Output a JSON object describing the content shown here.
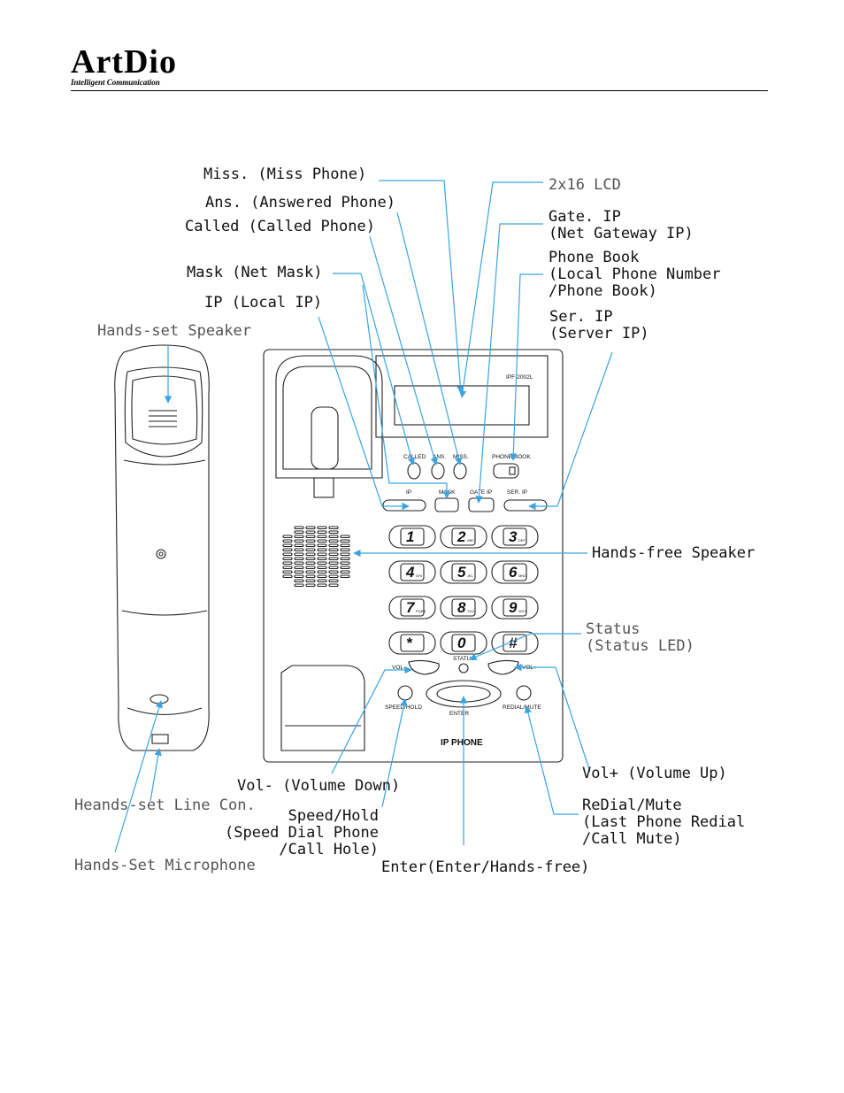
{
  "header": {
    "brand": "ArtDio",
    "tagline": "Intelligent Communication"
  },
  "device": {
    "model": "IPF-2002L",
    "product_label": "IP PHONE",
    "button_labels": {
      "called": "CALLED",
      "ans": "ANS.",
      "miss": "MISS.",
      "phone_book": "PHONE BOOK",
      "ip": "IP",
      "mask": "MASK",
      "gate_ip": "GATE IP",
      "ser_ip": "SER. IP",
      "status": "STATUS",
      "vol_minus": "VOL-",
      "vol_plus": "VOL+",
      "speed_hold": "SPEED/HOLD",
      "enter": "ENTER",
      "redial_mute": "REDIAL/MUTE"
    },
    "keypad": [
      {
        "digit": "1",
        "letters": ""
      },
      {
        "digit": "2",
        "letters": "ABC"
      },
      {
        "digit": "3",
        "letters": "DEF"
      },
      {
        "digit": "4",
        "letters": "GHI"
      },
      {
        "digit": "5",
        "letters": "JKL"
      },
      {
        "digit": "6",
        "letters": "MNO"
      },
      {
        "digit": "7",
        "letters": "PQRS"
      },
      {
        "digit": "8",
        "letters": "TUV"
      },
      {
        "digit": "9",
        "letters": "WXY"
      },
      {
        "digit": "*",
        "letters": ""
      },
      {
        "digit": "0",
        "letters": ""
      },
      {
        "digit": "#",
        "letters": ""
      }
    ]
  },
  "callouts": {
    "miss": "Miss. (Miss Phone)",
    "ans": "Ans. (Answered Phone)",
    "called": "Called (Called Phone)",
    "mask": "Mask (Net Mask)",
    "ip": "IP (Local IP)",
    "handset_speaker": "Hands-set Speaker",
    "lcd": "2x16 LCD",
    "gate_ip": "Gate. IP\n(Net Gateway IP)",
    "phone_book": "Phone Book\n(Local Phone Number\n/Phone Book)",
    "ser_ip": "Ser. IP\n(Server IP)",
    "handsfree_speaker": "Hands-free Speaker",
    "status": "Status\n(Status LED)",
    "vol_plus": "Vol+ (Volume Up)",
    "vol_minus": "Vol- (Volume Down)",
    "handset_line": "Heands-set Line Con.",
    "speed_hold": "Speed/Hold\n(Speed Dial Phone\n/Call Hole)",
    "handset_mic": "Hands-Set Microphone",
    "redial_mute": "ReDial/Mute\n(Last Phone Redial\n/Call Mute)",
    "enter": "Enter(Enter/Hands-free)"
  },
  "colors": {
    "leader": "#3aa4e4",
    "line_art": "#222222",
    "text": "#111111"
  }
}
